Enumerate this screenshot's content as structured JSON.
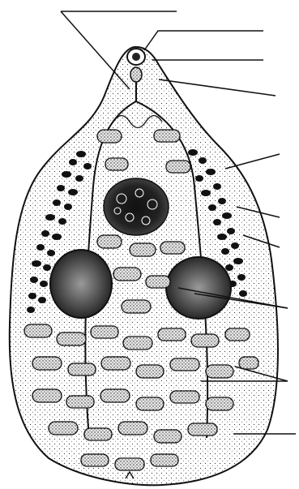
{
  "figure": {
    "kind": "anatomical line drawing",
    "subject": "trematode-body",
    "labels_printed": false,
    "ink_color": "#111111",
    "background_color": "#ffffff",
    "leader_lines": [
      {
        "points_to": "oral-sucker"
      },
      {
        "points_to": "oral-sucker-rim"
      },
      {
        "points_to": "pharynx"
      },
      {
        "points_to": "esophagus"
      },
      {
        "points_to": "vitellaria"
      },
      {
        "points_to": "ovary"
      },
      {
        "points_to": "intestinal-cecum"
      },
      {
        "points_to": "testes"
      },
      {
        "points_to": "uterus"
      },
      {
        "points_to": "uterus"
      },
      {
        "points_to": "excretory-bladder"
      }
    ]
  }
}
